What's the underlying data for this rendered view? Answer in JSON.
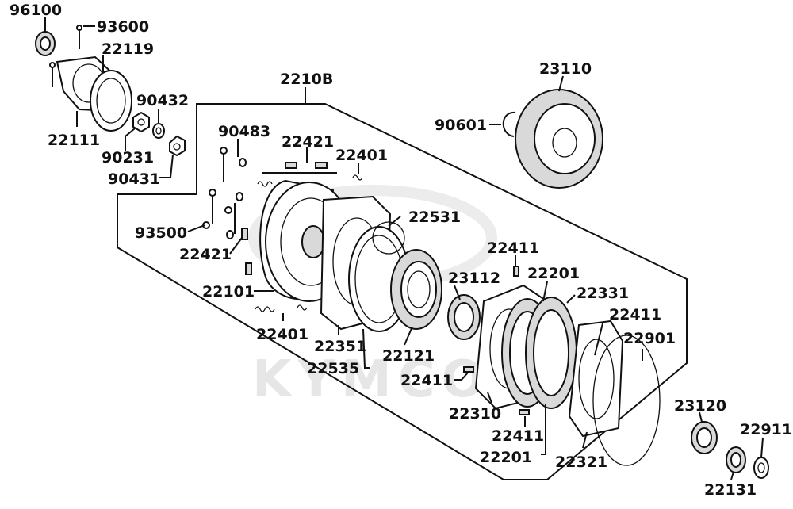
{
  "watermark": "KYMCO",
  "labels": {
    "p96100": "96100",
    "p93600": "93600",
    "p22119": "22119",
    "p22111": "22111",
    "p90432": "90432",
    "p90231": "90231",
    "p90431": "90431",
    "p2210B": "2210B",
    "p90483": "90483",
    "p22421a": "22421",
    "p22401a": "22401",
    "p93500": "93500",
    "p22421b": "22421",
    "p22101": "22101",
    "p22401b": "22401",
    "p22351": "22351",
    "p22535": "22535",
    "p22531": "22531",
    "p22121": "22121",
    "p23112": "23112",
    "p23110": "23110",
    "p90601": "90601",
    "p22411a": "22411",
    "p22201a": "22201",
    "p22331": "22331",
    "p22411b": "22411",
    "p22901": "22901",
    "p22411c": "22411",
    "p22310": "22310",
    "p22411d": "22411",
    "p22201b": "22201",
    "p22321": "22321",
    "p23120": "23120",
    "p22911": "22911",
    "p22131": "22131"
  }
}
